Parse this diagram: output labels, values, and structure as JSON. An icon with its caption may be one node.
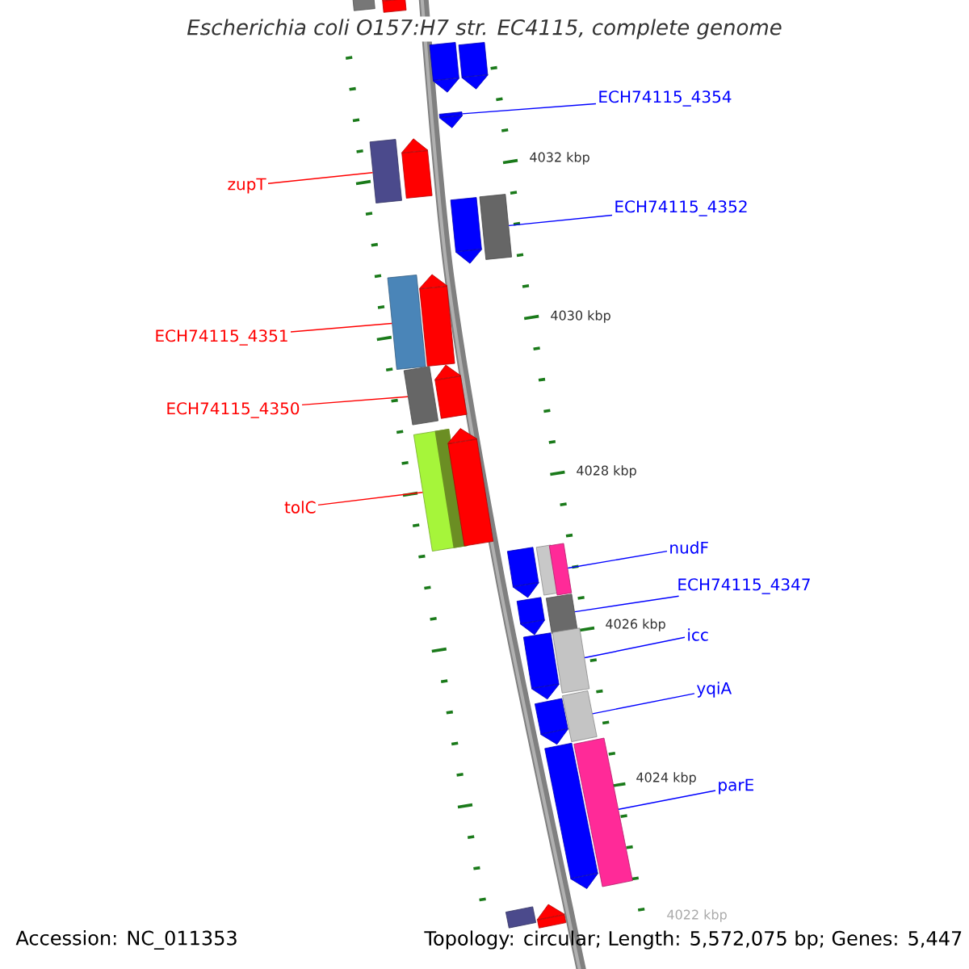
{
  "diagram": {
    "title": "Escherichia coli O157:H7 str. EC4115, complete genome",
    "nodes": [
      {
        "text": [
          "ECH74115_4354"
        ]
      },
      {
        "text": [
          "ECH74115_4352"
        ]
      },
      {
        "text": [
          "zupT"
        ]
      },
      {
        "text": [
          "ECH74115_4351"
        ]
      },
      {
        "text": [
          "ECH74115_4350"
        ]
      },
      {
        "text": [
          "tolC"
        ]
      },
      {
        "text": [
          "nudF"
        ]
      },
      {
        "text": [
          "ECH74115_4347"
        ]
      },
      {
        "text": [
          "icc"
        ]
      },
      {
        "text": [
          "yqiA"
        ]
      },
      {
        "text": [
          "parE"
        ]
      },
      {
        "text": [],
        "shape": "bar"
      },
      {
        "text": [],
        "shape": "pentagon"
      },
      {
        "text": [],
        "shape": "pentagon"
      },
      {
        "text": [],
        "shape": "pentagon"
      },
      {
        "text": [],
        "shape": "pentagon"
      },
      {
        "text": [],
        "shape": "bar"
      },
      {
        "text": [],
        "shape": "pentagon"
      },
      {
        "text": [],
        "shape": "pentagon"
      },
      {
        "text": [],
        "shape": "bar"
      },
      {
        "text": [],
        "shape": "bar"
      },
      {
        "text": [],
        "shape": "pentagon"
      },
      {
        "text": [],
        "shape": "bar"
      },
      {
        "text": [],
        "shape": "pentagon"
      },
      {
        "text": [],
        "shape": "bar"
      },
      {
        "text": [],
        "shape": "pentagon"
      },
      {
        "text": [],
        "shape": "pentagon"
      },
      {
        "text": [],
        "shape": "bar"
      },
      {
        "text": [],
        "shape": "bar"
      },
      {
        "text": [],
        "shape": "pentagon"
      },
      {
        "text": [],
        "shape": "bar"
      },
      {
        "text": [],
        "shape": "pentagon"
      },
      {
        "text": [],
        "shape": "bar"
      },
      {
        "text": [],
        "shape": "pentagon"
      },
      {
        "text": [],
        "shape": "bar"
      },
      {
        "text": [],
        "shape": "pentagon"
      },
      {
        "text": [],
        "shape": "bar"
      },
      {
        "text": [],
        "shape": "bar"
      },
      {
        "text": [],
        "shape": "pentagon"
      }
    ],
    "edges": [
      {
        "from": 0,
        "to": 15,
        "arrow": "none"
      },
      {
        "from": 1,
        "to": 19,
        "arrow": "none"
      },
      {
        "from": 2,
        "to": 16,
        "arrow": "none",
        "color": "#ff0000"
      },
      {
        "from": 3,
        "to": 20,
        "arrow": "none",
        "color": "#ff0000"
      },
      {
        "from": 4,
        "to": 22,
        "arrow": "none",
        "color": "#ff0000"
      },
      {
        "from": 5,
        "to": 24,
        "arrow": "none",
        "color": "#ff0000"
      },
      {
        "from": 6,
        "to": 28,
        "arrow": "none"
      },
      {
        "from": 7,
        "to": 30,
        "arrow": "none"
      },
      {
        "from": 8,
        "to": 32,
        "arrow": "none"
      },
      {
        "from": 9,
        "to": 34,
        "arrow": "none"
      },
      {
        "from": 10,
        "to": 36,
        "arrow": "none"
      }
    ],
    "labels": [
      "4032 kbp",
      "4030 kbp",
      "4028 kbp",
      "4026 kbp",
      "4024 kbp",
      "4022 kbp",
      "Accession: NC_011353",
      "Topology: circular; Length: 5,572,075 bp; Genes: 5,447"
    ]
  }
}
